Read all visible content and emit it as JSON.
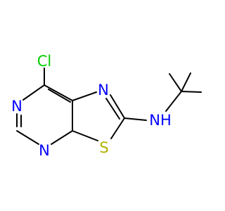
{
  "molecule": {
    "colors": {
      "background": "#ffffff",
      "carbon_bond": "#000000",
      "nitrogen": "#0000ff",
      "sulfur": "#b2b200",
      "chlorine": "#00cc00"
    },
    "atoms": {
      "chlorine": {
        "label": "Cl",
        "element": "Cl"
      },
      "pyrimidine_n_upper": {
        "label": "N",
        "element": "N"
      },
      "pyrimidine_n_lower": {
        "label": "N",
        "element": "N"
      },
      "thiazole_n": {
        "label": "N",
        "element": "N"
      },
      "thiazole_s": {
        "label": "S",
        "element": "S"
      },
      "amine_nh": {
        "label": "NH",
        "element": "N"
      }
    }
  }
}
